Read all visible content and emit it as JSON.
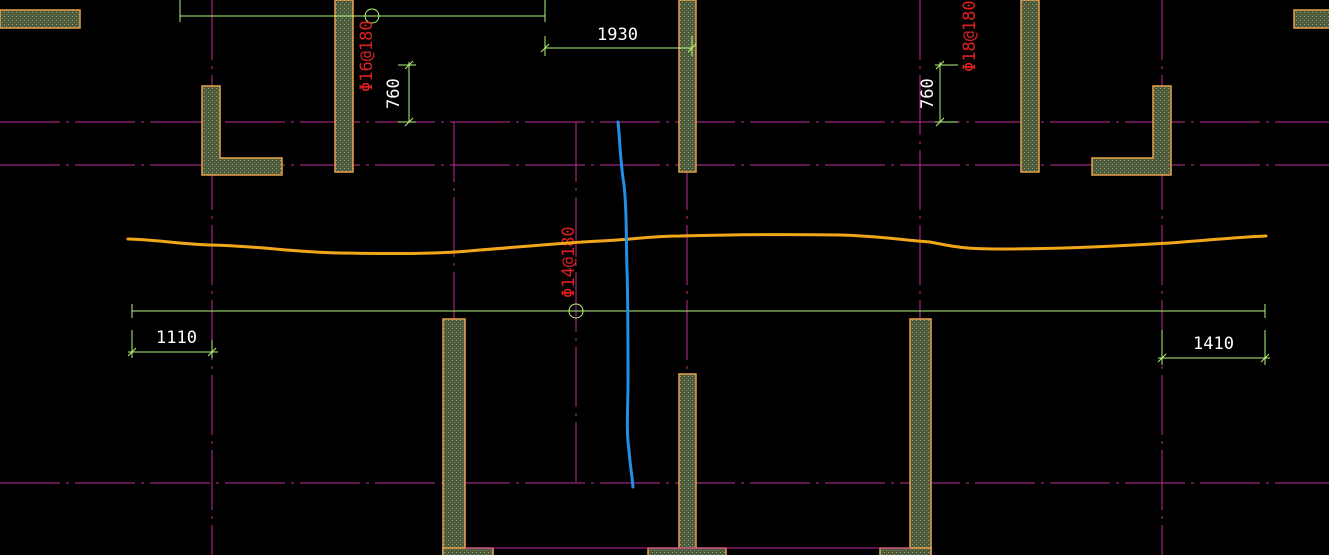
{
  "drawing": {
    "background": "#000000",
    "colors": {
      "axis_line": "#c02a9a",
      "dimension_line": "#b6f57a",
      "rebar_label": "#e02020",
      "wall_fill": "#4c5a3c",
      "wall_outline": "#e8a34a",
      "annotation_orange": "#f2a619",
      "annotation_blue": "#1f8fe8",
      "dimension_text": "#ffffff"
    },
    "dimensions": {
      "top_center": "1930",
      "upper_left_vertical": "760",
      "upper_right_vertical": "760",
      "lower_left": "1110",
      "lower_right": "1410"
    },
    "rebar_labels": {
      "upper_left": "Φ16@180",
      "upper_right": "Φ18@180",
      "center": "Φ14@180"
    }
  }
}
